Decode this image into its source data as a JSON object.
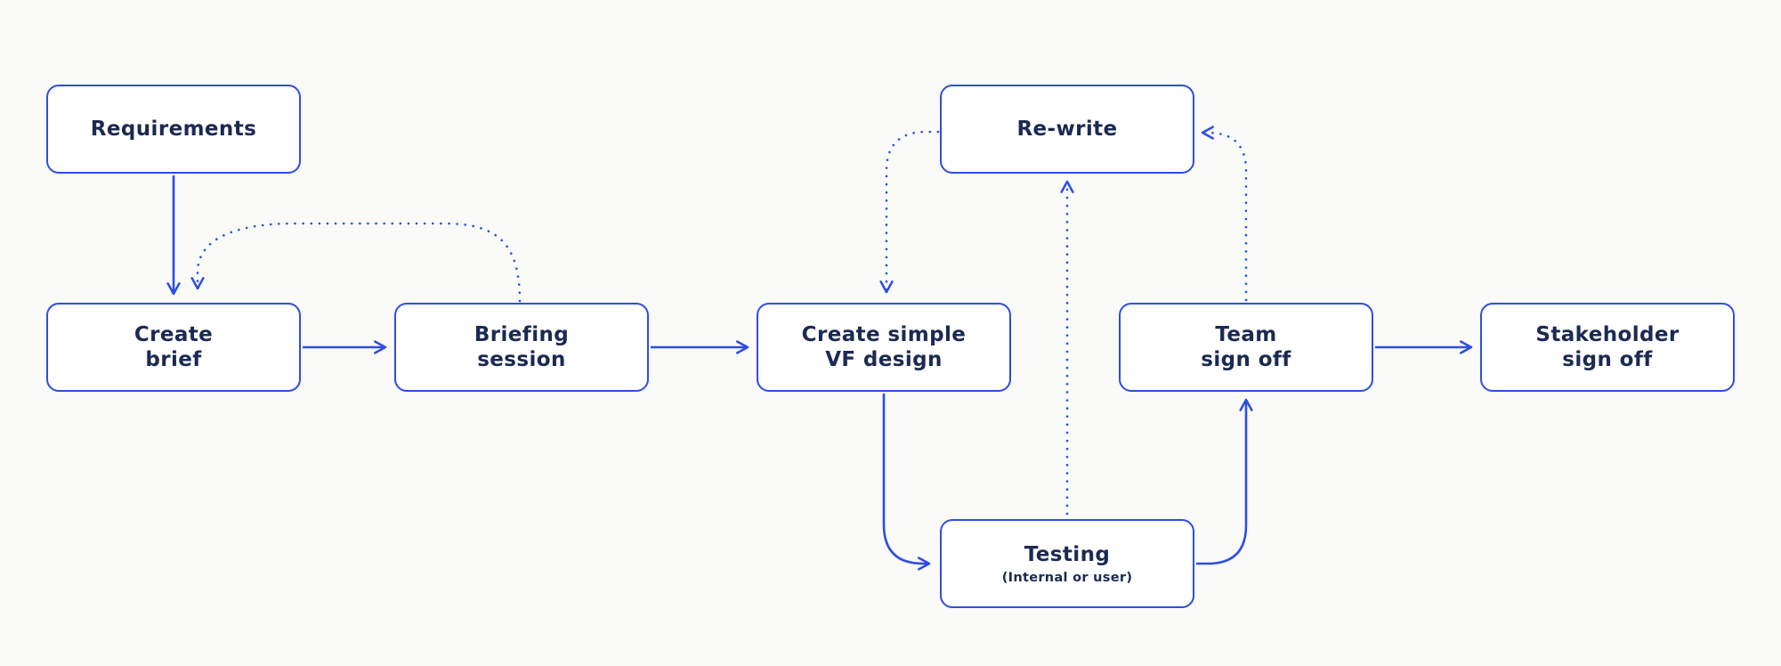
{
  "colors": {
    "accent_blue": "#2d4ee2",
    "text_navy": "#1b2a52",
    "canvas_bg": "#fafaf8",
    "node_bg": "#ffffff"
  },
  "diagram": {
    "type": "flowchart",
    "description": "Voice/VF design process flow with solid forward steps and dotted feedback loops",
    "nodes": [
      {
        "id": "requirements",
        "label": "Requirements"
      },
      {
        "id": "create-brief",
        "label": "Create\nbrief"
      },
      {
        "id": "briefing-session",
        "label": "Briefing\nsession"
      },
      {
        "id": "create-simple-vf-design",
        "label": "Create simple\nVF design"
      },
      {
        "id": "re-write",
        "label": "Re-write"
      },
      {
        "id": "team-sign-off",
        "label": "Team\nsign off"
      },
      {
        "id": "stakeholder-sign-off",
        "label": "Stakeholder\nsign off"
      },
      {
        "id": "testing",
        "label": "Testing",
        "sublabel": "(Internal or user)"
      }
    ],
    "edges": [
      {
        "from": "requirements",
        "to": "create-brief",
        "style": "solid"
      },
      {
        "from": "create-brief",
        "to": "briefing-session",
        "style": "solid"
      },
      {
        "from": "briefing-session",
        "to": "create-brief",
        "style": "dotted"
      },
      {
        "from": "briefing-session",
        "to": "create-simple-vf-design",
        "style": "solid"
      },
      {
        "from": "re-write",
        "to": "create-simple-vf-design",
        "style": "dotted"
      },
      {
        "from": "create-simple-vf-design",
        "to": "testing",
        "style": "solid"
      },
      {
        "from": "testing",
        "to": "re-write",
        "style": "dotted"
      },
      {
        "from": "testing",
        "to": "team-sign-off",
        "style": "solid"
      },
      {
        "from": "team-sign-off",
        "to": "re-write",
        "style": "dotted"
      },
      {
        "from": "team-sign-off",
        "to": "stakeholder-sign-off",
        "style": "solid"
      }
    ]
  }
}
